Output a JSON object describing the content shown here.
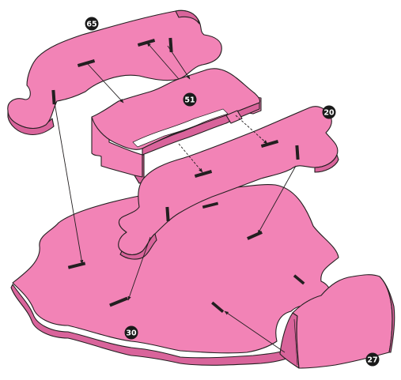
{
  "diagram": {
    "type": "assembly-diagram",
    "colors": {
      "face": "#f283b6",
      "edge": "#d9649b",
      "outline": "#231f20",
      "badge": "#1a1a1a",
      "badge_text": "#ffffff"
    },
    "parts": [
      {
        "id": "65",
        "label": "65"
      },
      {
        "id": "51",
        "label": "51"
      },
      {
        "id": "20",
        "label": "20"
      },
      {
        "id": "30",
        "label": "30"
      },
      {
        "id": "27",
        "label": "27"
      }
    ]
  }
}
